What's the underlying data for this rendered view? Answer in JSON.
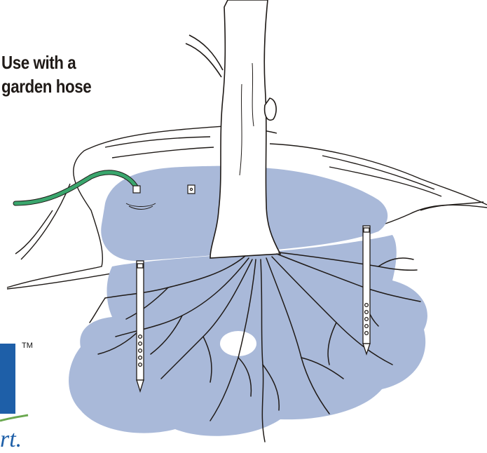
{
  "caption": {
    "line1": "Use with a",
    "line2": "garden hose"
  },
  "logo": {
    "trademark": "TM",
    "script_fragment": "rt."
  },
  "colors": {
    "water": "#a9b9d9",
    "hose": "#3aa66d",
    "logo_bar": "#1e5fa8",
    "logo_swoosh": "#6aa84f",
    "ink": "#1f1a17"
  }
}
